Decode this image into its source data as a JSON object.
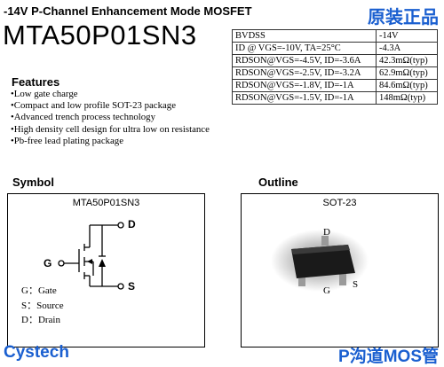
{
  "header": {
    "subtitle": "-14V P-Channel Enhancement Mode MOSFET",
    "part_number": "MTA50P01SN3",
    "badge": "原装正品"
  },
  "specs": [
    {
      "param": "BVDSS",
      "value": "-14V"
    },
    {
      "param": "ID @ VGS=-10V, TA=25°C",
      "value": "-4.3A"
    },
    {
      "param": "RDSON@VGS=-4.5V, ID=-3.6A",
      "value": "42.3mΩ(typ)"
    },
    {
      "param": "RDSON@VGS=-2.5V, ID=-3.2A",
      "value": "62.9mΩ(typ)"
    },
    {
      "param": "RDSON@VGS=-1.8V, ID=-1A",
      "value": "84.6mΩ(typ)"
    },
    {
      "param": "RDSON@VGS=-1.5V, ID=-1A",
      "value": "148mΩ(typ)"
    }
  ],
  "features": {
    "title": "Features",
    "items": [
      "Low gate charge",
      "Compact and low profile SOT-23 package",
      "Advanced trench process technology",
      "High density cell design for ultra low on resistance",
      "Pb-free lead plating package"
    ]
  },
  "symbol": {
    "title": "Symbol",
    "label": "MTA50P01SN3",
    "pins": {
      "drain": "D",
      "gate": "G",
      "source": "S"
    },
    "legend": [
      "G：Gate",
      "S：Source",
      "D：Drain"
    ]
  },
  "outline": {
    "title": "Outline",
    "package": "SOT-23",
    "pins": {
      "drain": "D",
      "gate": "G",
      "source": "S"
    }
  },
  "footer": {
    "brand": "Cystech",
    "badge": "P沟道MOS管"
  },
  "colors": {
    "accent": "#1a5fd0"
  }
}
